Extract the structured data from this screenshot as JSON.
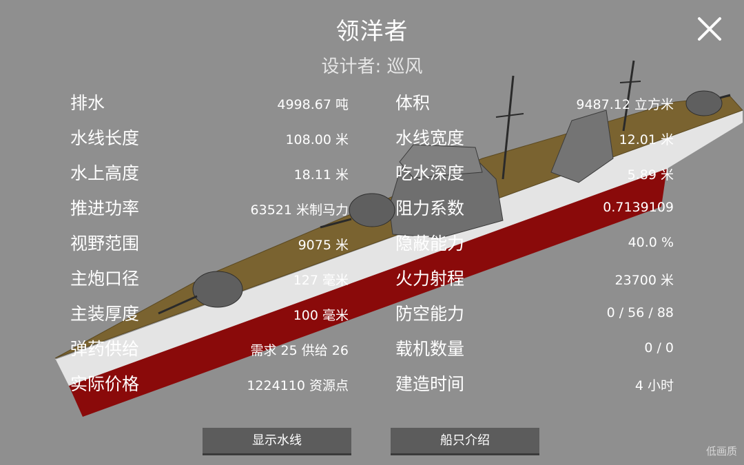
{
  "ship": {
    "name": "领洋者",
    "designer": "设计者: 巡风"
  },
  "stats_left": [
    {
      "label": "排水",
      "value": "4998.67 吨"
    },
    {
      "label": "水线长度",
      "value": "108.00 米"
    },
    {
      "label": "水上高度",
      "value": "18.11 米"
    },
    {
      "label": "推进功率",
      "value": "63521 米制马力"
    },
    {
      "label": "视野范围",
      "value": "9075 米"
    },
    {
      "label": "主炮口径",
      "value": "127 毫米"
    },
    {
      "label": "主装厚度",
      "value": "100 毫米"
    },
    {
      "label": "弹药供给",
      "value": "需求 25 供给 26"
    },
    {
      "label": "实际价格",
      "value": "1224110 资源点"
    }
  ],
  "stats_right": [
    {
      "label": "体积",
      "value": "9487.12 立方米"
    },
    {
      "label": "水线宽度",
      "value": "12.01 米"
    },
    {
      "label": "吃水深度",
      "value": "5.89 米"
    },
    {
      "label": "阻力系数",
      "value": "0.7139109"
    },
    {
      "label": "隐蔽能力",
      "value": "40.0 %"
    },
    {
      "label": "火力射程",
      "value": "23700 米"
    },
    {
      "label": "防空能力",
      "value": "0 / 56 / 88"
    },
    {
      "label": "载机数量",
      "value": "0 / 0"
    },
    {
      "label": "建造时间",
      "value": "4 小时"
    }
  ],
  "buttons": {
    "show_waterline": "显示水线",
    "ship_intro": "船只介绍"
  },
  "quality_label": "低画质",
  "icons": {
    "close": "close-icon"
  },
  "colors": {
    "background": "#8f8f8f",
    "deck": "#7a6330",
    "hull_white": "#e6e6e6",
    "hull_red": "#8a0a0a",
    "button": "#5c5c5c"
  }
}
